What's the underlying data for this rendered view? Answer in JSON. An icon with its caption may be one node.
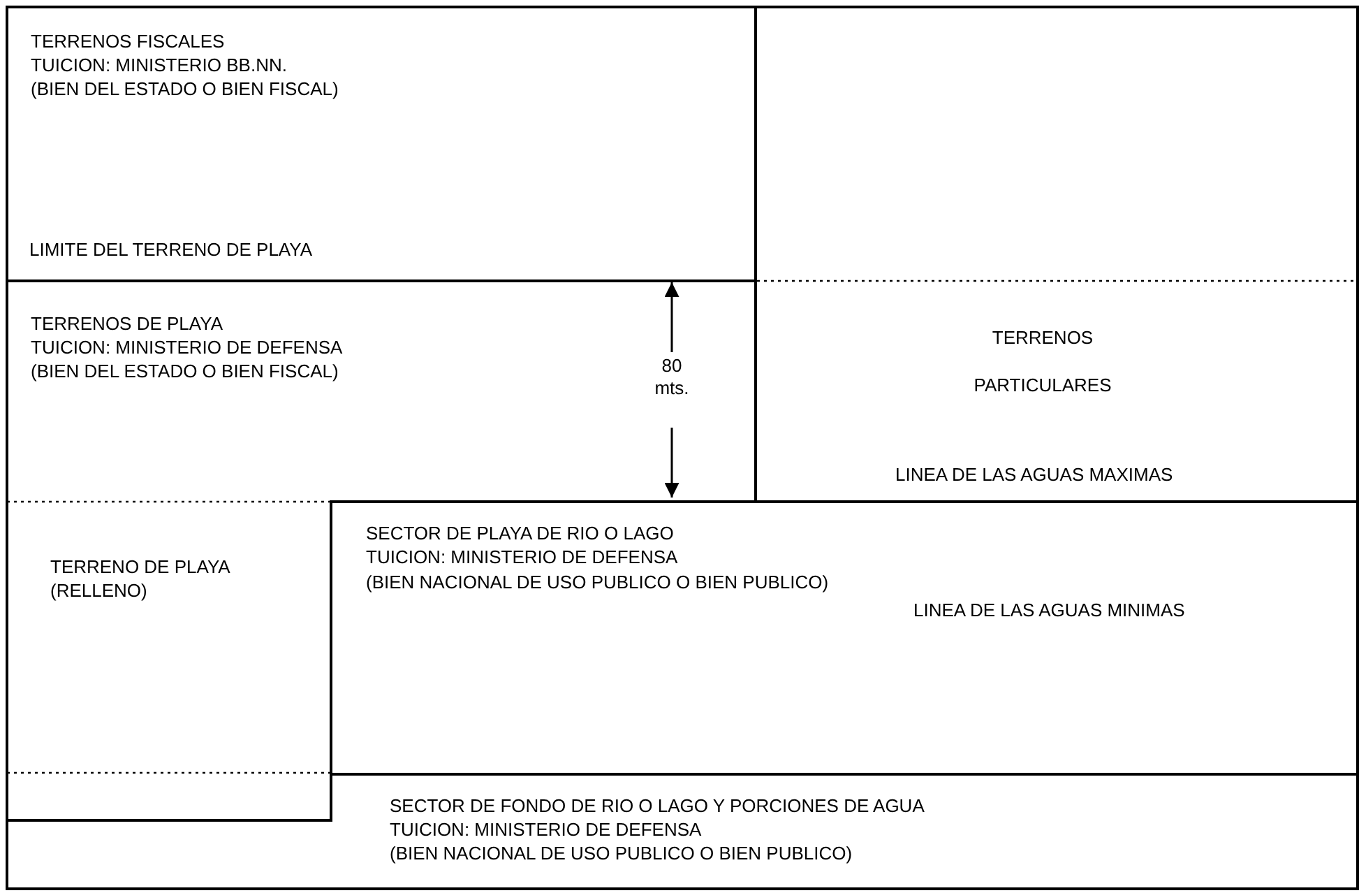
{
  "diagram": {
    "nodes": [
      {
        "text": [
          "TERRENOS FISCALES",
          "TUICION: MINISTERIO BB.NN.",
          "(BIEN DEL ESTADO O BIEN FISCAL)"
        ]
      },
      {
        "text": [
          "TERRENOS",
          "PARTICULARES"
        ]
      },
      {
        "text": [
          "TERRENOS DE PLAYA",
          "TUICION: MINISTERIO DE DEFENSA",
          "(BIEN DEL ESTADO O BIEN FISCAL)"
        ]
      },
      {
        "text": [
          "TERRENO DE PLAYA",
          "(RELLENO)"
        ]
      },
      {
        "text": [
          "SECTOR DE PLAYA DE RIO O LAGO",
          "TUICION: MINISTERIO DE DEFENSA",
          "(BIEN NACIONAL DE USO PUBLICO O BIEN PUBLICO)"
        ]
      },
      {
        "text": [
          "SECTOR DE FONDO DE RIO O LAGO Y PORCIONES DE AGUA",
          "TUICION: MINISTERIO DE DEFENSA",
          "(BIEN NACIONAL DE USO PUBLICO O BIEN PUBLICO)"
        ]
      }
    ],
    "labels": [
      "LIMITE DEL TERRENO DE PLAYA",
      "80 mts.",
      "LINEA DE LAS AGUAS MAXIMAS",
      "LINEA DE LAS AGUAS MINIMAS"
    ]
  }
}
